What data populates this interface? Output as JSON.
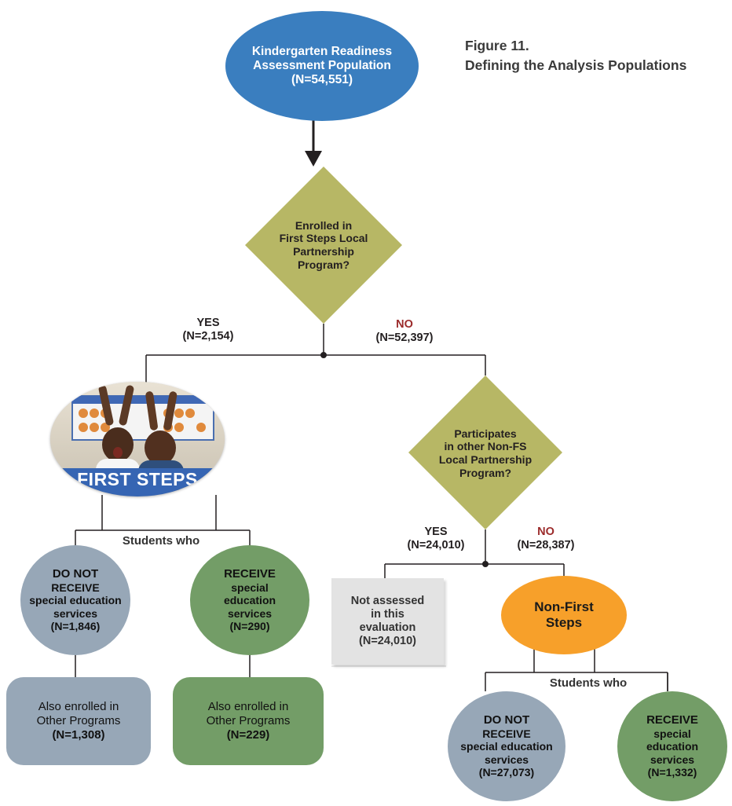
{
  "caption": {
    "line1": "Figure 11.",
    "line2": "Defining the Analysis Populations"
  },
  "root": {
    "line1": "Kindergarten Readiness",
    "line2": "Assessment Population",
    "line3": "(N=54,551)"
  },
  "q1": {
    "lines": [
      "Enrolled in",
      "First Steps Local",
      "Partnership",
      "Program?"
    ]
  },
  "q1_yes": {
    "label": "YES",
    "count": "(N=2,154)"
  },
  "q1_no": {
    "label": "NO",
    "count": "(N=52,397)"
  },
  "first_steps": {
    "banner": "FIRST STEPS"
  },
  "students_who_left": "Students who",
  "fs_not_receive": {
    "l1a": "DO ",
    "l1b": "NOT",
    "l2": "RECEIVE",
    "l3": "special education",
    "l4": "services",
    "l5": "(N=1,846)"
  },
  "fs_receive": {
    "l1": "RECEIVE",
    "l2": "special",
    "l3": "education",
    "l4": "services",
    "l5": "(N=290)"
  },
  "fs_not_receive_other": {
    "l1": "Also enrolled in",
    "l2": "Other Programs",
    "l3": "(N=1,308)"
  },
  "fs_receive_other": {
    "l1": "Also enrolled in",
    "l2": "Other Programs",
    "l3": "(N=229)"
  },
  "q2": {
    "lines": [
      "Participates",
      "in other Non-FS",
      "Local Partnership",
      "Program?"
    ]
  },
  "q2_yes": {
    "label": "YES",
    "count": "(N=24,010)"
  },
  "q2_no": {
    "label": "NO",
    "count": "(N=28,387)"
  },
  "not_assessed": {
    "l1": "Not assessed",
    "l2": "in this",
    "l3": "evaluation",
    "l4": "(N=24,010)"
  },
  "non_first_steps": {
    "l1": "Non-First",
    "l2": "Steps"
  },
  "students_who_right": "Students who",
  "nfs_not_receive": {
    "l1a": "DO ",
    "l1b": "NOT",
    "l2": "RECEIVE",
    "l3": "special education",
    "l4": "services",
    "l5": "(N=27,073)"
  },
  "nfs_receive": {
    "l1": "RECEIVE",
    "l2": "special",
    "l3": "education",
    "l4": "services",
    "l5": "(N=1,332)"
  },
  "colors": {
    "blue": "#3a7ebf",
    "olive": "#b7b765",
    "gray": "#97a7b7",
    "green": "#739d67",
    "orange": "#f7a02a",
    "no_red": "#9b2a2a"
  }
}
